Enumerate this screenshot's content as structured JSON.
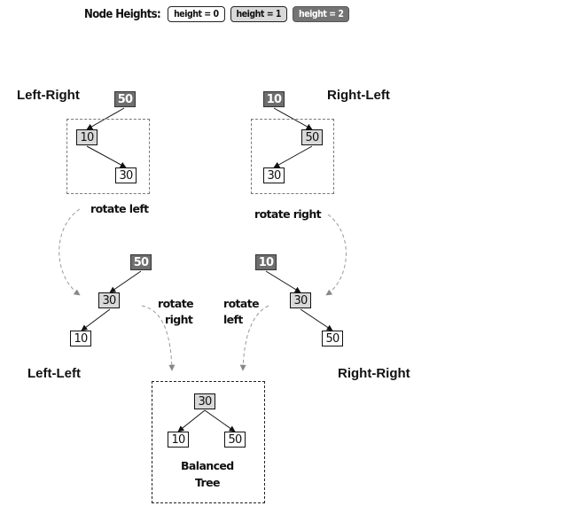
{
  "legend": {
    "title": "Node Heights:",
    "items": [
      {
        "label": "height = 0",
        "level": 0
      },
      {
        "label": "height = 1",
        "level": 1
      },
      {
        "label": "height = 2",
        "level": 2
      }
    ]
  },
  "cases": {
    "left_right": {
      "title": "Left-Right",
      "nodes": [
        {
          "value": "50",
          "height": 2
        },
        {
          "value": "10",
          "height": 1
        },
        {
          "value": "30",
          "height": 0
        }
      ],
      "rotation_label": "rotate left"
    },
    "right_left": {
      "title": "Right-Left",
      "nodes": [
        {
          "value": "10",
          "height": 2
        },
        {
          "value": "50",
          "height": 1
        },
        {
          "value": "30",
          "height": 0
        }
      ],
      "rotation_label": "rotate right"
    },
    "left_left": {
      "title": "Left-Left",
      "nodes": [
        {
          "value": "50",
          "height": 2
        },
        {
          "value": "30",
          "height": 1
        },
        {
          "value": "10",
          "height": 0
        }
      ],
      "rotation_label_line1": "rotate",
      "rotation_label_line2": "right"
    },
    "right_right": {
      "title": "Right-Right",
      "nodes": [
        {
          "value": "10",
          "height": 2
        },
        {
          "value": "30",
          "height": 1
        },
        {
          "value": "50",
          "height": 0
        }
      ],
      "rotation_label_line1": "rotate",
      "rotation_label_line2": "left"
    },
    "balanced": {
      "title_line1": "Balanced",
      "title_line2": "Tree",
      "nodes": [
        {
          "value": "30",
          "height": 1
        },
        {
          "value": "10",
          "height": 0
        },
        {
          "value": "50",
          "height": 0
        }
      ]
    }
  },
  "colors": {
    "height0": "#ffffff",
    "height1": "#d9d9d9",
    "height2": "#6e6e6e",
    "edge": "#111111",
    "rotation_arrow": "#999999"
  }
}
